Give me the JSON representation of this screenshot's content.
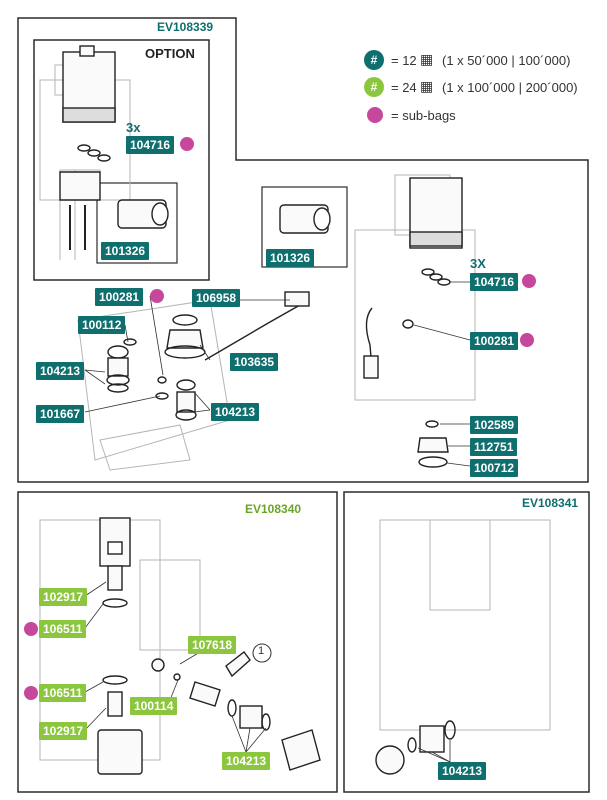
{
  "panel_top": {
    "code": "EV108339",
    "option_label": "OPTION",
    "label_3x_small": "3x",
    "label_3x_big": "3X"
  },
  "legend": {
    "row1": {
      "badge": "#",
      "text": "= 12",
      "detail": "(1 x 50´000 | 100´000)",
      "color": "#0f6e6e"
    },
    "row2": {
      "badge": "#",
      "text": "= 24",
      "detail": "(1 x 100´000 | 200´000)",
      "color": "#8cc63f"
    },
    "row3": {
      "text": "= sub-bags",
      "color": "#c6489c"
    }
  },
  "parts_top": {
    "p104716_a": "104716",
    "p101326_a": "101326",
    "p101326_b": "101326",
    "p104716_b": "104716",
    "p100281_a": "100281",
    "p106958": "106958",
    "p100112": "100112",
    "p103635": "103635",
    "p104213_a": "104213",
    "p101667": "101667",
    "p104213_b": "104213",
    "p100281_b": "100281",
    "p102589": "102589",
    "p112751": "112751",
    "p100712": "100712"
  },
  "panel_bottom_left": {
    "code": "EV108340",
    "p102917_a": "102917",
    "p106511_a": "106511",
    "p107618": "107618",
    "p100114": "100114",
    "p106511_b": "106511",
    "p102917_b": "102917",
    "p104213": "104213",
    "circle_num": "1"
  },
  "panel_bottom_right": {
    "code": "EV108341",
    "p104213": "104213"
  }
}
